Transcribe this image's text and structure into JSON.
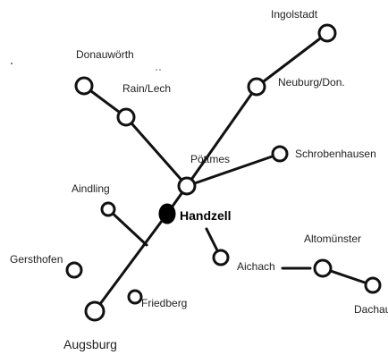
{
  "map": {
    "center": {
      "name": "Handzell"
    },
    "places": {
      "ingolstadt": "Ingolstadt",
      "donauwoerth": "Donauwörth",
      "rain": "Rain/Lech",
      "neuburg": "Neuburg/Don.",
      "poettmes": "Pöttmes",
      "schrobenhausen": "Schrobenhausen",
      "aindling": "Aindling",
      "altomuenster": "Altomünster",
      "gersthofen": "Gersthofen",
      "aichach": "Aichach",
      "dachau": "Dachau",
      "friedberg": "Friedberg",
      "augsburg": "Augsburg"
    },
    "colors": {
      "line": "#111111",
      "station_fill": "#ffffff",
      "center_fill": "#000000",
      "text": "#222222"
    }
  }
}
